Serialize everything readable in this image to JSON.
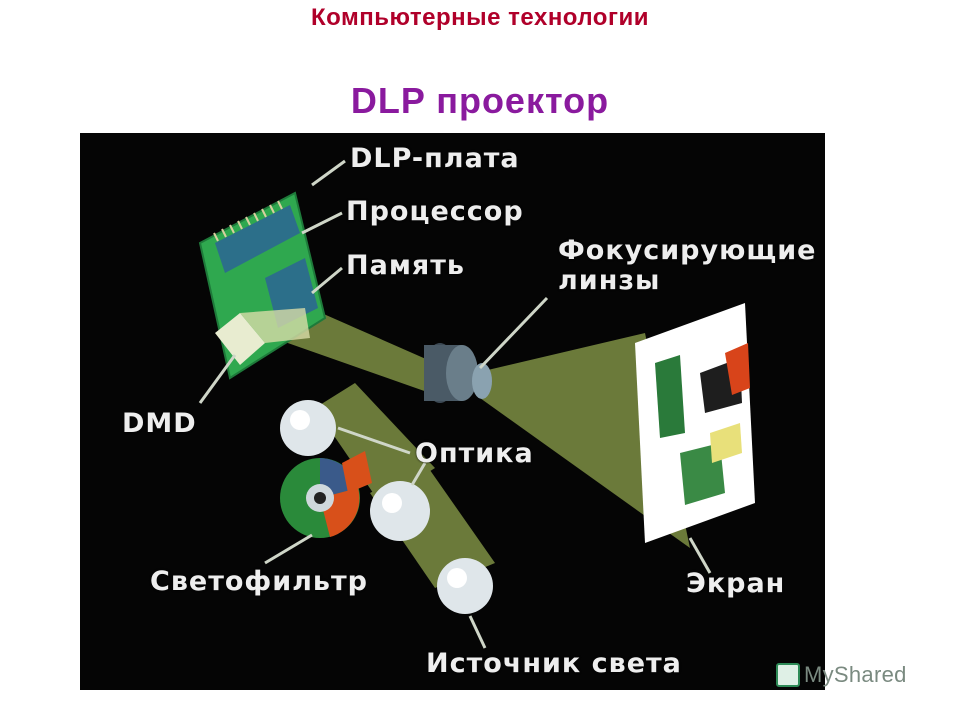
{
  "header": {
    "title": "Компьютерные технологии"
  },
  "slide": {
    "title": "DLP  проектор"
  },
  "labels": {
    "dlp_board": "DLP-плата",
    "processor": "Процессор",
    "memory": "Память",
    "focus_lens_line1": "Фокусирующие",
    "focus_lens_line2": "линзы",
    "dmd": "DMD",
    "optics": "Оптика",
    "color_filter": "Светофильтр",
    "screen": "Экран",
    "light_source": "Источник света"
  },
  "watermark": {
    "text": "MyShared"
  },
  "colors": {
    "header": "#b0002a",
    "slide_title": "#8a1a9e",
    "beam": "#6b7a3a",
    "board": "#2fa84f",
    "chip": "#2c6f8a"
  }
}
